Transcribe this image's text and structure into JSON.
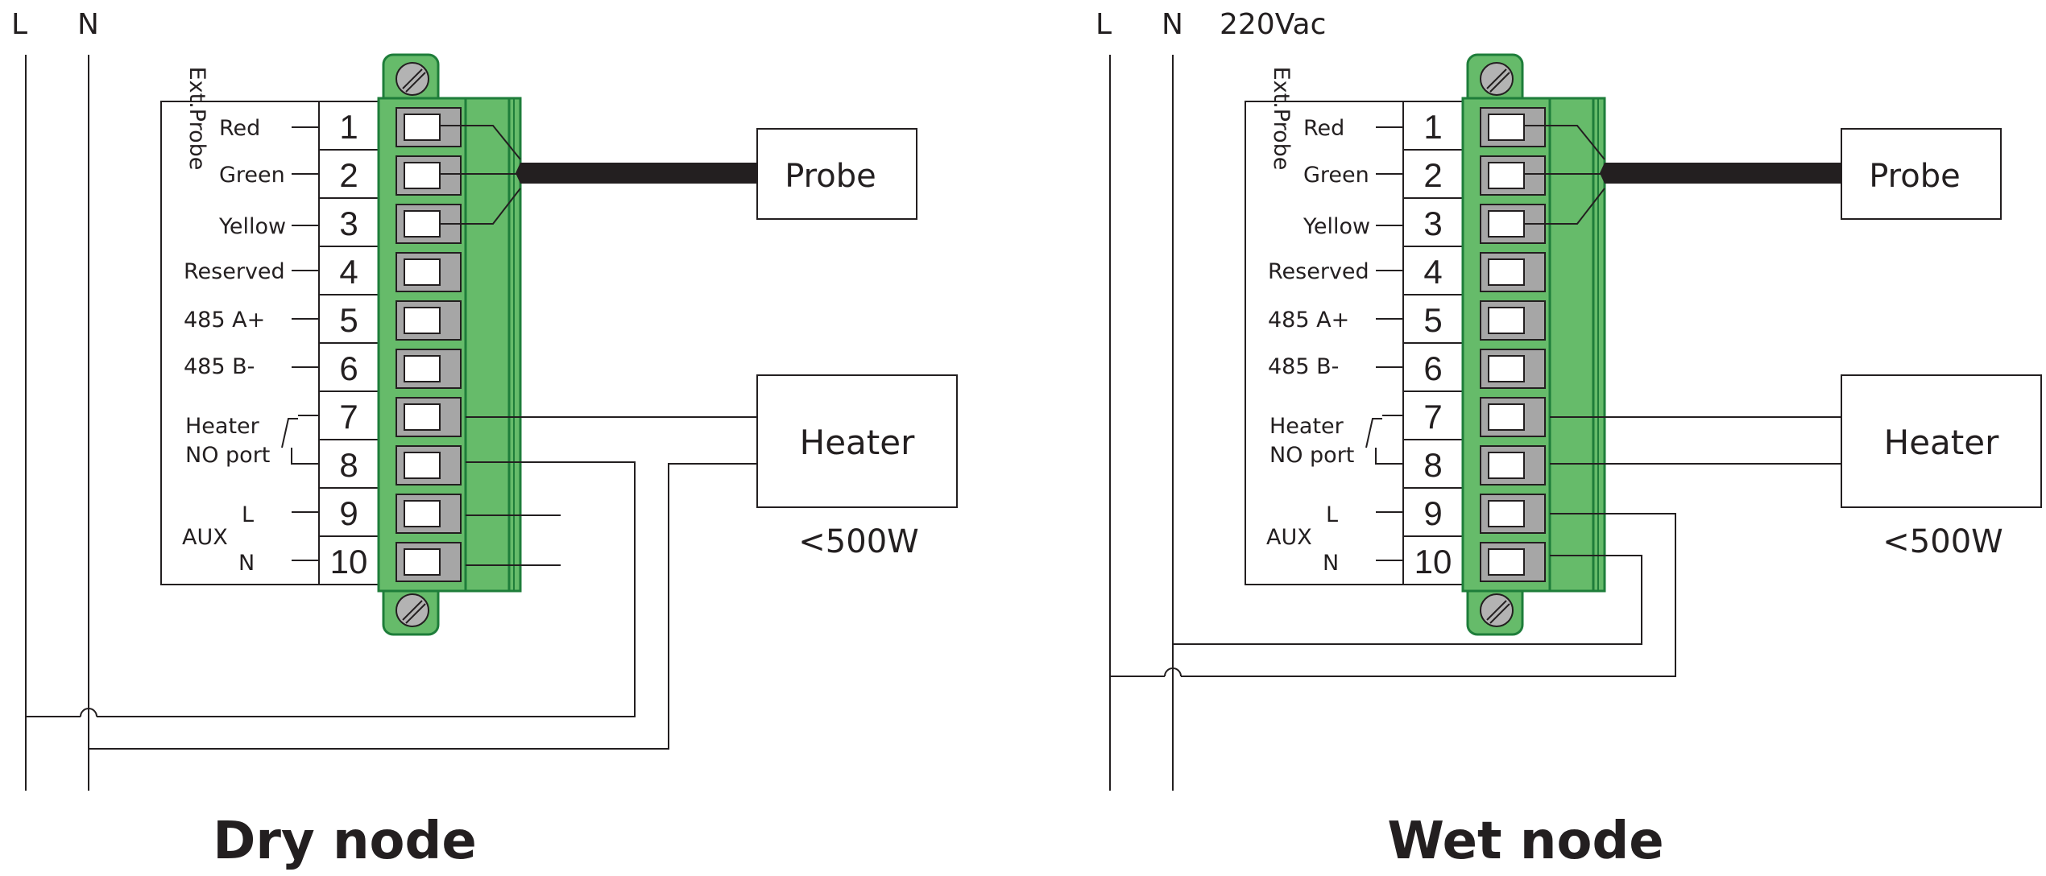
{
  "rails": {
    "l_label": "L",
    "n_label": "N"
  },
  "voltage_label": "220Vac",
  "probe_group_label": "Ext.Probe",
  "pins": [
    {
      "num": "1",
      "label": "Red"
    },
    {
      "num": "2",
      "label": "Green"
    },
    {
      "num": "3",
      "label": "Yellow"
    },
    {
      "num": "4",
      "label": "Reserved"
    },
    {
      "num": "5",
      "label": "485 A+"
    },
    {
      "num": "6",
      "label": "485 B-"
    },
    {
      "num": "7",
      "label": ""
    },
    {
      "num": "8",
      "label": ""
    },
    {
      "num": "9",
      "label": ""
    },
    {
      "num": "10",
      "label": ""
    }
  ],
  "heater_port_label_line1": "Heater",
  "heater_port_label_line2": "NO port",
  "aux_label": "AUX",
  "aux_l_label": "L",
  "aux_n_label": "N",
  "probe_box_label": "Probe",
  "heater_box_label": "Heater",
  "power_rating": "<500W",
  "panels": [
    {
      "title": "Dry node"
    },
    {
      "title": "Wet node"
    }
  ],
  "colors": {
    "terminal_green": "#66bb6a",
    "terminal_dark": "#1e7d3a",
    "screw_gray": "#b3b3b3",
    "line": "#231f20"
  }
}
